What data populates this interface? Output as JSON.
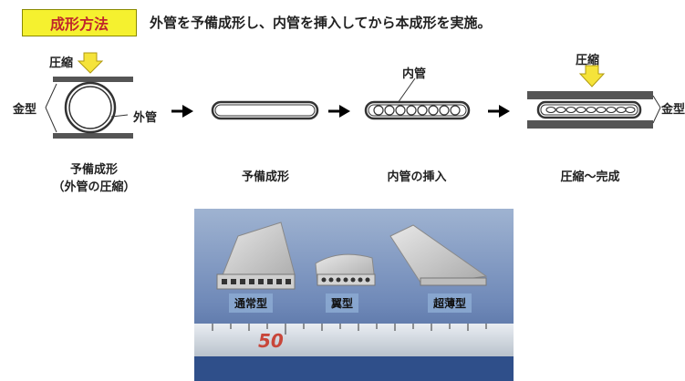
{
  "header": {
    "badge": "成形方法",
    "title": "外管を予備成形し、内管を挿入してから本成形を実施。"
  },
  "diagram": {
    "compress_label_1": "圧縮",
    "compress_label_2": "圧縮",
    "die_label_1": "金型",
    "die_label_2": "金型",
    "outer_tube_label": "外管",
    "inner_tube_label": "内管",
    "steps": [
      {
        "line1": "予備成形",
        "line2": "（外管の圧縮）"
      },
      {
        "line1": "予備成形"
      },
      {
        "line1": "内管の挿入"
      },
      {
        "line1": "圧縮～完成"
      }
    ]
  },
  "photo": {
    "labels": [
      "通常型",
      "翼型",
      "超薄型"
    ],
    "ruler_number": "50"
  },
  "colors": {
    "badge_bg": "#f5f12f",
    "badge_text": "#c0262b",
    "arrow_yellow": "#f5e33a",
    "die_gray": "#555555"
  }
}
